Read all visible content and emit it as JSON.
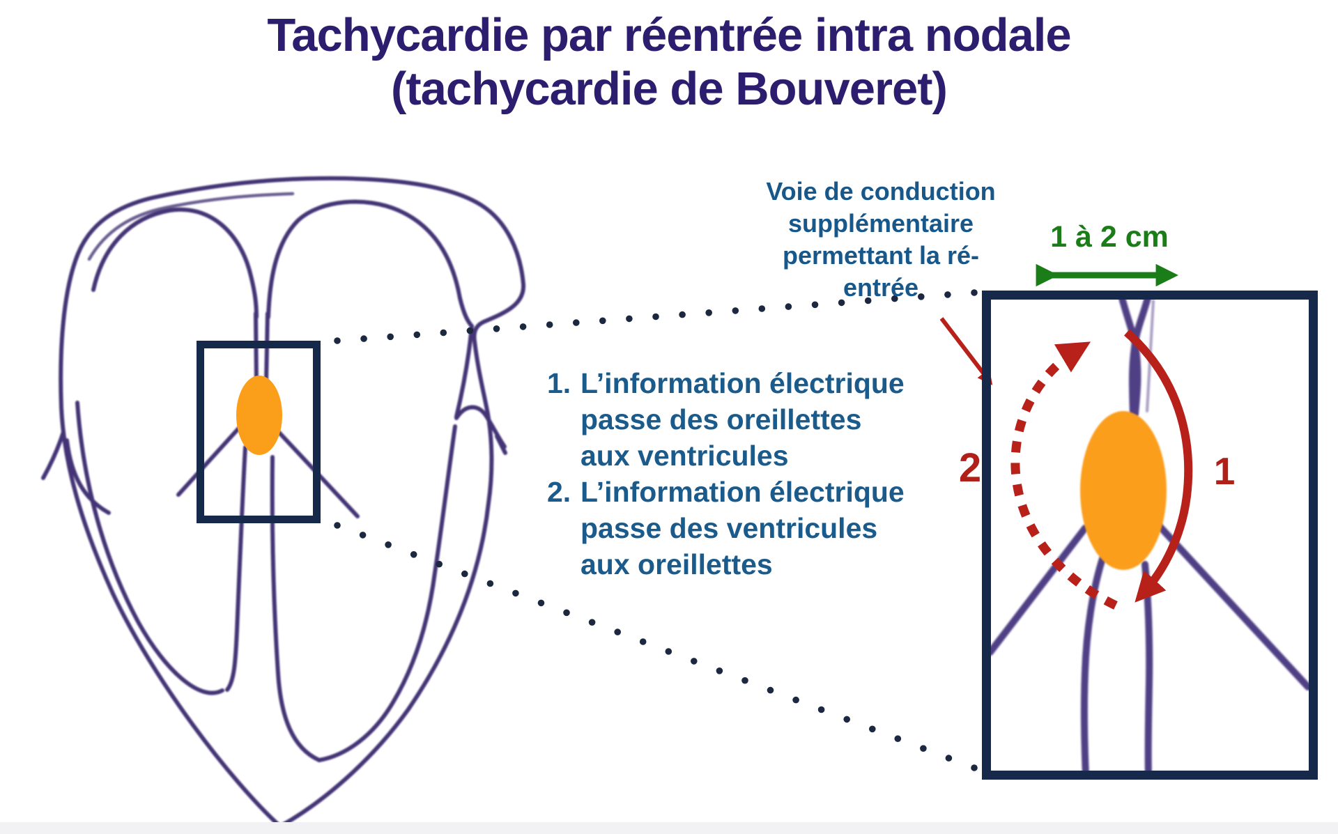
{
  "title": {
    "line1": "Tachycardie par réentrée intra nodale",
    "line2": "(tachycardie de Bouveret)",
    "color": "#2d1d6e"
  },
  "annotation": {
    "lines": [
      "Voie de conduction",
      "supplémentaire",
      "permettant la ré-",
      "entrée"
    ],
    "color": "#17578a"
  },
  "measurement": {
    "label": "1 à 2 cm",
    "color": "#1b7d18"
  },
  "steps": [
    {
      "num": "1.",
      "lines": [
        "L’information électrique",
        "passe des oreillettes",
        "aux ventricules"
      ]
    },
    {
      "num": "2.",
      "lines": [
        "L’information électrique",
        "passe des ventricules",
        "aux oreillettes"
      ]
    }
  ],
  "inset": {
    "label_1": "1",
    "label_2": "2",
    "border_color": "#16294a",
    "arrow_color": "#b7211a",
    "label_color": "#b02019"
  },
  "diagram": {
    "heart_line_color": "#3b2a6e",
    "av_node_color": "#FB9E1A",
    "zoom_rectangle_color": "#16294a",
    "dotted_connector_color": "#1b2840",
    "footer_bar_color": "#f2f2f4",
    "background_color": "#ffffff"
  }
}
